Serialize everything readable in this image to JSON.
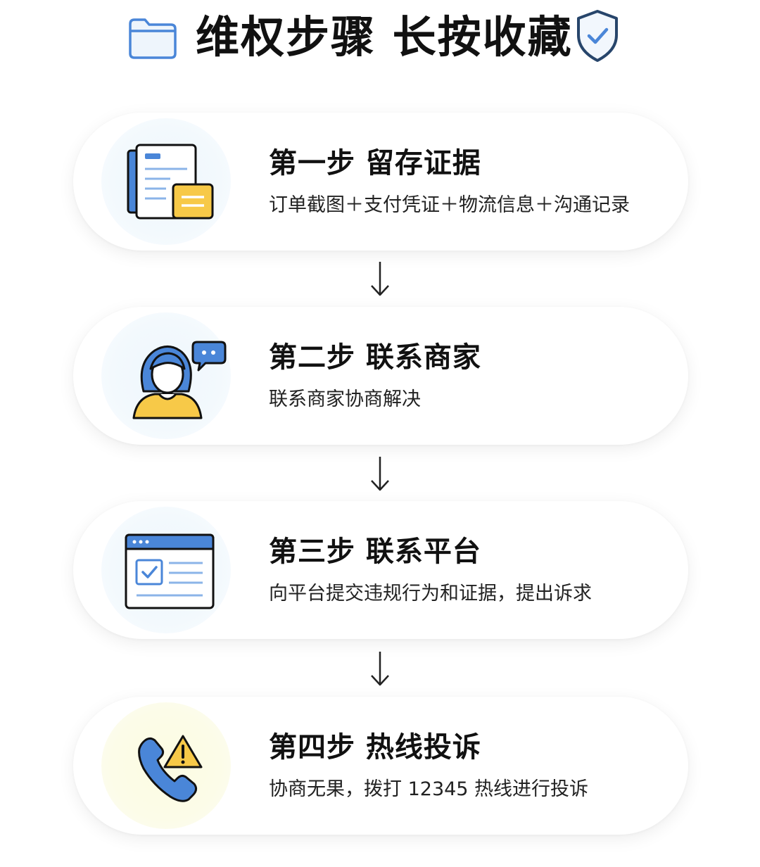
{
  "header": {
    "title": "维权步骤 长按收藏",
    "left_icon": "folder-icon",
    "right_icon": "shield-check-icon"
  },
  "steps": [
    {
      "title": "第一步 留存证据",
      "description": "订单截图＋支付凭证＋物流信息＋沟通记录",
      "icon": "documents-icon"
    },
    {
      "title": "第二步 联系商家",
      "description": "联系商家协商解决",
      "icon": "person-chat-icon"
    },
    {
      "title": "第三步 联系平台",
      "description": "向平台提交违规行为和证据，提出诉求",
      "icon": "platform-window-icon"
    },
    {
      "title": "第四步 热线投诉",
      "description": "协商无果，拨打 12345 热线进行投诉",
      "icon": "phone-warning-icon"
    }
  ],
  "colors": {
    "accent_blue": "#4a86d8",
    "accent_yellow": "#f7c948",
    "outline_dark": "#1e3552",
    "text_dark": "#111111"
  }
}
